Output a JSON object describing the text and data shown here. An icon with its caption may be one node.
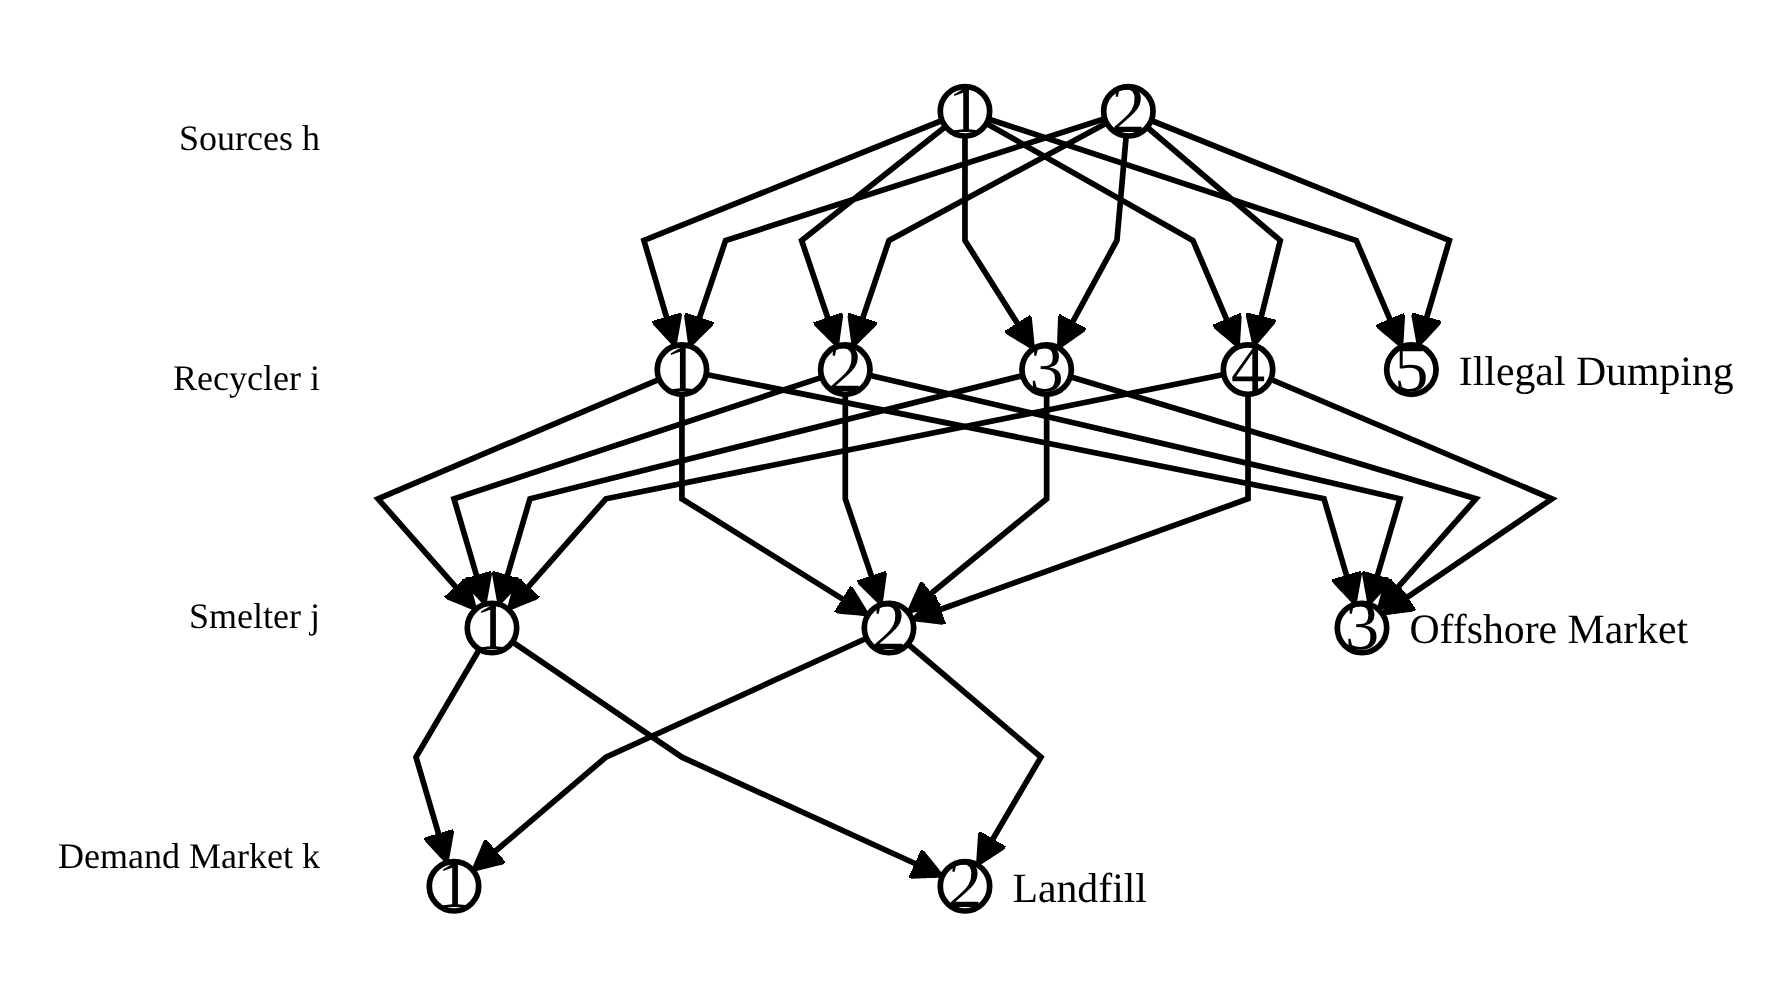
{
  "diagram": {
    "nodes": [
      {
        "text": [
          "1"
        ]
      },
      {
        "text": [
          "2"
        ]
      },
      {
        "text": [
          "1"
        ]
      },
      {
        "text": [
          "2"
        ]
      },
      {
        "text": [
          "3"
        ]
      },
      {
        "text": [
          "4"
        ]
      },
      {
        "text": [
          "5"
        ],
        "beside": [
          "Illegal Dumping"
        ]
      },
      {
        "text": [
          "1"
        ]
      },
      {
        "text": [
          "2"
        ]
      },
      {
        "text": [
          "3"
        ],
        "beside": [
          "Offshore Market"
        ]
      },
      {
        "text": [
          "1"
        ]
      },
      {
        "text": [
          "2"
        ],
        "beside": [
          "Landfill"
        ]
      }
    ],
    "edges": [
      {
        "from": 0,
        "to": 2,
        "arrow": "to"
      },
      {
        "from": 0,
        "to": 3,
        "arrow": "to"
      },
      {
        "from": 0,
        "to": 4,
        "arrow": "to"
      },
      {
        "from": 0,
        "to": 5,
        "arrow": "to"
      },
      {
        "from": 0,
        "to": 6,
        "arrow": "to"
      },
      {
        "from": 1,
        "to": 2,
        "arrow": "to"
      },
      {
        "from": 1,
        "to": 3,
        "arrow": "to"
      },
      {
        "from": 1,
        "to": 4,
        "arrow": "to"
      },
      {
        "from": 1,
        "to": 5,
        "arrow": "to"
      },
      {
        "from": 1,
        "to": 6,
        "arrow": "to"
      },
      {
        "from": 2,
        "to": 7,
        "arrow": "to"
      },
      {
        "from": 2,
        "to": 8,
        "arrow": "to"
      },
      {
        "from": 2,
        "to": 9,
        "arrow": "to"
      },
      {
        "from": 3,
        "to": 7,
        "arrow": "to"
      },
      {
        "from": 3,
        "to": 8,
        "arrow": "to"
      },
      {
        "from": 3,
        "to": 9,
        "arrow": "to"
      },
      {
        "from": 4,
        "to": 7,
        "arrow": "to"
      },
      {
        "from": 4,
        "to": 8,
        "arrow": "to"
      },
      {
        "from": 4,
        "to": 9,
        "arrow": "to"
      },
      {
        "from": 5,
        "to": 7,
        "arrow": "to"
      },
      {
        "from": 5,
        "to": 8,
        "arrow": "to"
      },
      {
        "from": 5,
        "to": 9,
        "arrow": "to"
      },
      {
        "from": 7,
        "to": 10,
        "arrow": "to"
      },
      {
        "from": 7,
        "to": 11,
        "arrow": "to"
      },
      {
        "from": 8,
        "to": 10,
        "arrow": "to"
      },
      {
        "from": 8,
        "to": 11,
        "arrow": "to"
      }
    ],
    "labels": [
      "Sources h",
      "Recycler i",
      "Smelter j",
      "Demand Market k"
    ]
  }
}
